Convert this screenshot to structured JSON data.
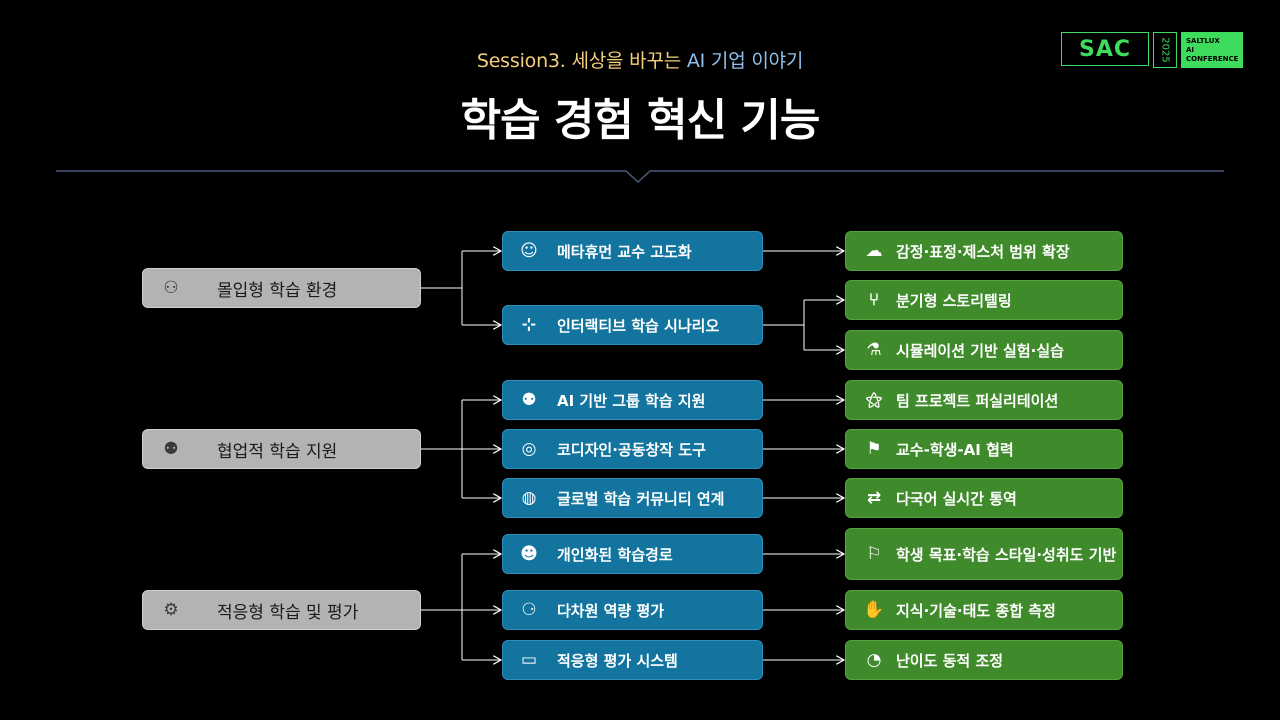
{
  "header": {
    "session": "Session3.",
    "session_title_main": "세상을 바꾸는",
    "session_title_ai": "AI 기업 이야기",
    "title": "학습 경험 혁신 기능"
  },
  "logo": {
    "name": "SAC",
    "year": "2025",
    "conference": "SALTLUX\nAI\nCONFERENCE"
  },
  "colors": {
    "category": "#b3b3b3",
    "feature": "#12749f",
    "detail": "#3f8a2a",
    "accent": "#3ddc5c"
  },
  "categories": [
    {
      "label": "몰입형 학습 환경",
      "icon": "vr-headset-icon",
      "glyph": "⚇"
    },
    {
      "label": "협업적 학습 지원",
      "icon": "team-icon",
      "glyph": "⚉"
    },
    {
      "label": "적응형 학습 및 평가",
      "icon": "adaptive-icon",
      "glyph": "⚙"
    }
  ],
  "features": [
    {
      "label": "메타휴먼 교수 고도화",
      "icon": "metahuman-icon",
      "glyph": "☺"
    },
    {
      "label": "인터랙티브 학습 시나리오",
      "icon": "flow-icon",
      "glyph": "⊹"
    },
    {
      "label": "AI 기반 그룹 학습 지원",
      "icon": "group-icon",
      "glyph": "⚉"
    },
    {
      "label": "코디자인·공동창작 도구",
      "icon": "co-design-icon",
      "glyph": "◎"
    },
    {
      "label": "글로벌 학습 커뮤니티 연계",
      "icon": "globe-icon",
      "glyph": "◍"
    },
    {
      "label": "개인화된 학습경로",
      "icon": "person-path-icon",
      "glyph": "☻"
    },
    {
      "label": "다차원 역량 평가",
      "icon": "evaluation-icon",
      "glyph": "⚆"
    },
    {
      "label": "적응형 평가 시스템",
      "icon": "monitor-icon",
      "glyph": "▭"
    }
  ],
  "details": [
    {
      "label": "감정·표정·제스처 범위 확장",
      "icon": "emotion-icon",
      "glyph": "☁"
    },
    {
      "label": "분기형 스토리텔링",
      "icon": "branch-icon",
      "glyph": "⑂"
    },
    {
      "label": "시뮬레이션 기반 실험·실습",
      "icon": "simulation-icon",
      "glyph": "⚗"
    },
    {
      "label": "팀 프로젝트 퍼실리테이션",
      "icon": "team-project-icon",
      "glyph": "⚝"
    },
    {
      "label": "교수-학생-AI 협력",
      "icon": "collaboration-icon",
      "glyph": "⚑"
    },
    {
      "label": "다국어 실시간 통역",
      "icon": "translate-icon",
      "glyph": "⇄"
    },
    {
      "label": "학생 목표·학습 스타일·성취도 기반",
      "icon": "student-goal-icon",
      "glyph": "⚐"
    },
    {
      "label": "지식·기술·태도 종합 측정",
      "icon": "measure-icon",
      "glyph": "✋"
    },
    {
      "label": "난이도 동적 조정",
      "icon": "gauge-icon",
      "glyph": "◔"
    }
  ]
}
